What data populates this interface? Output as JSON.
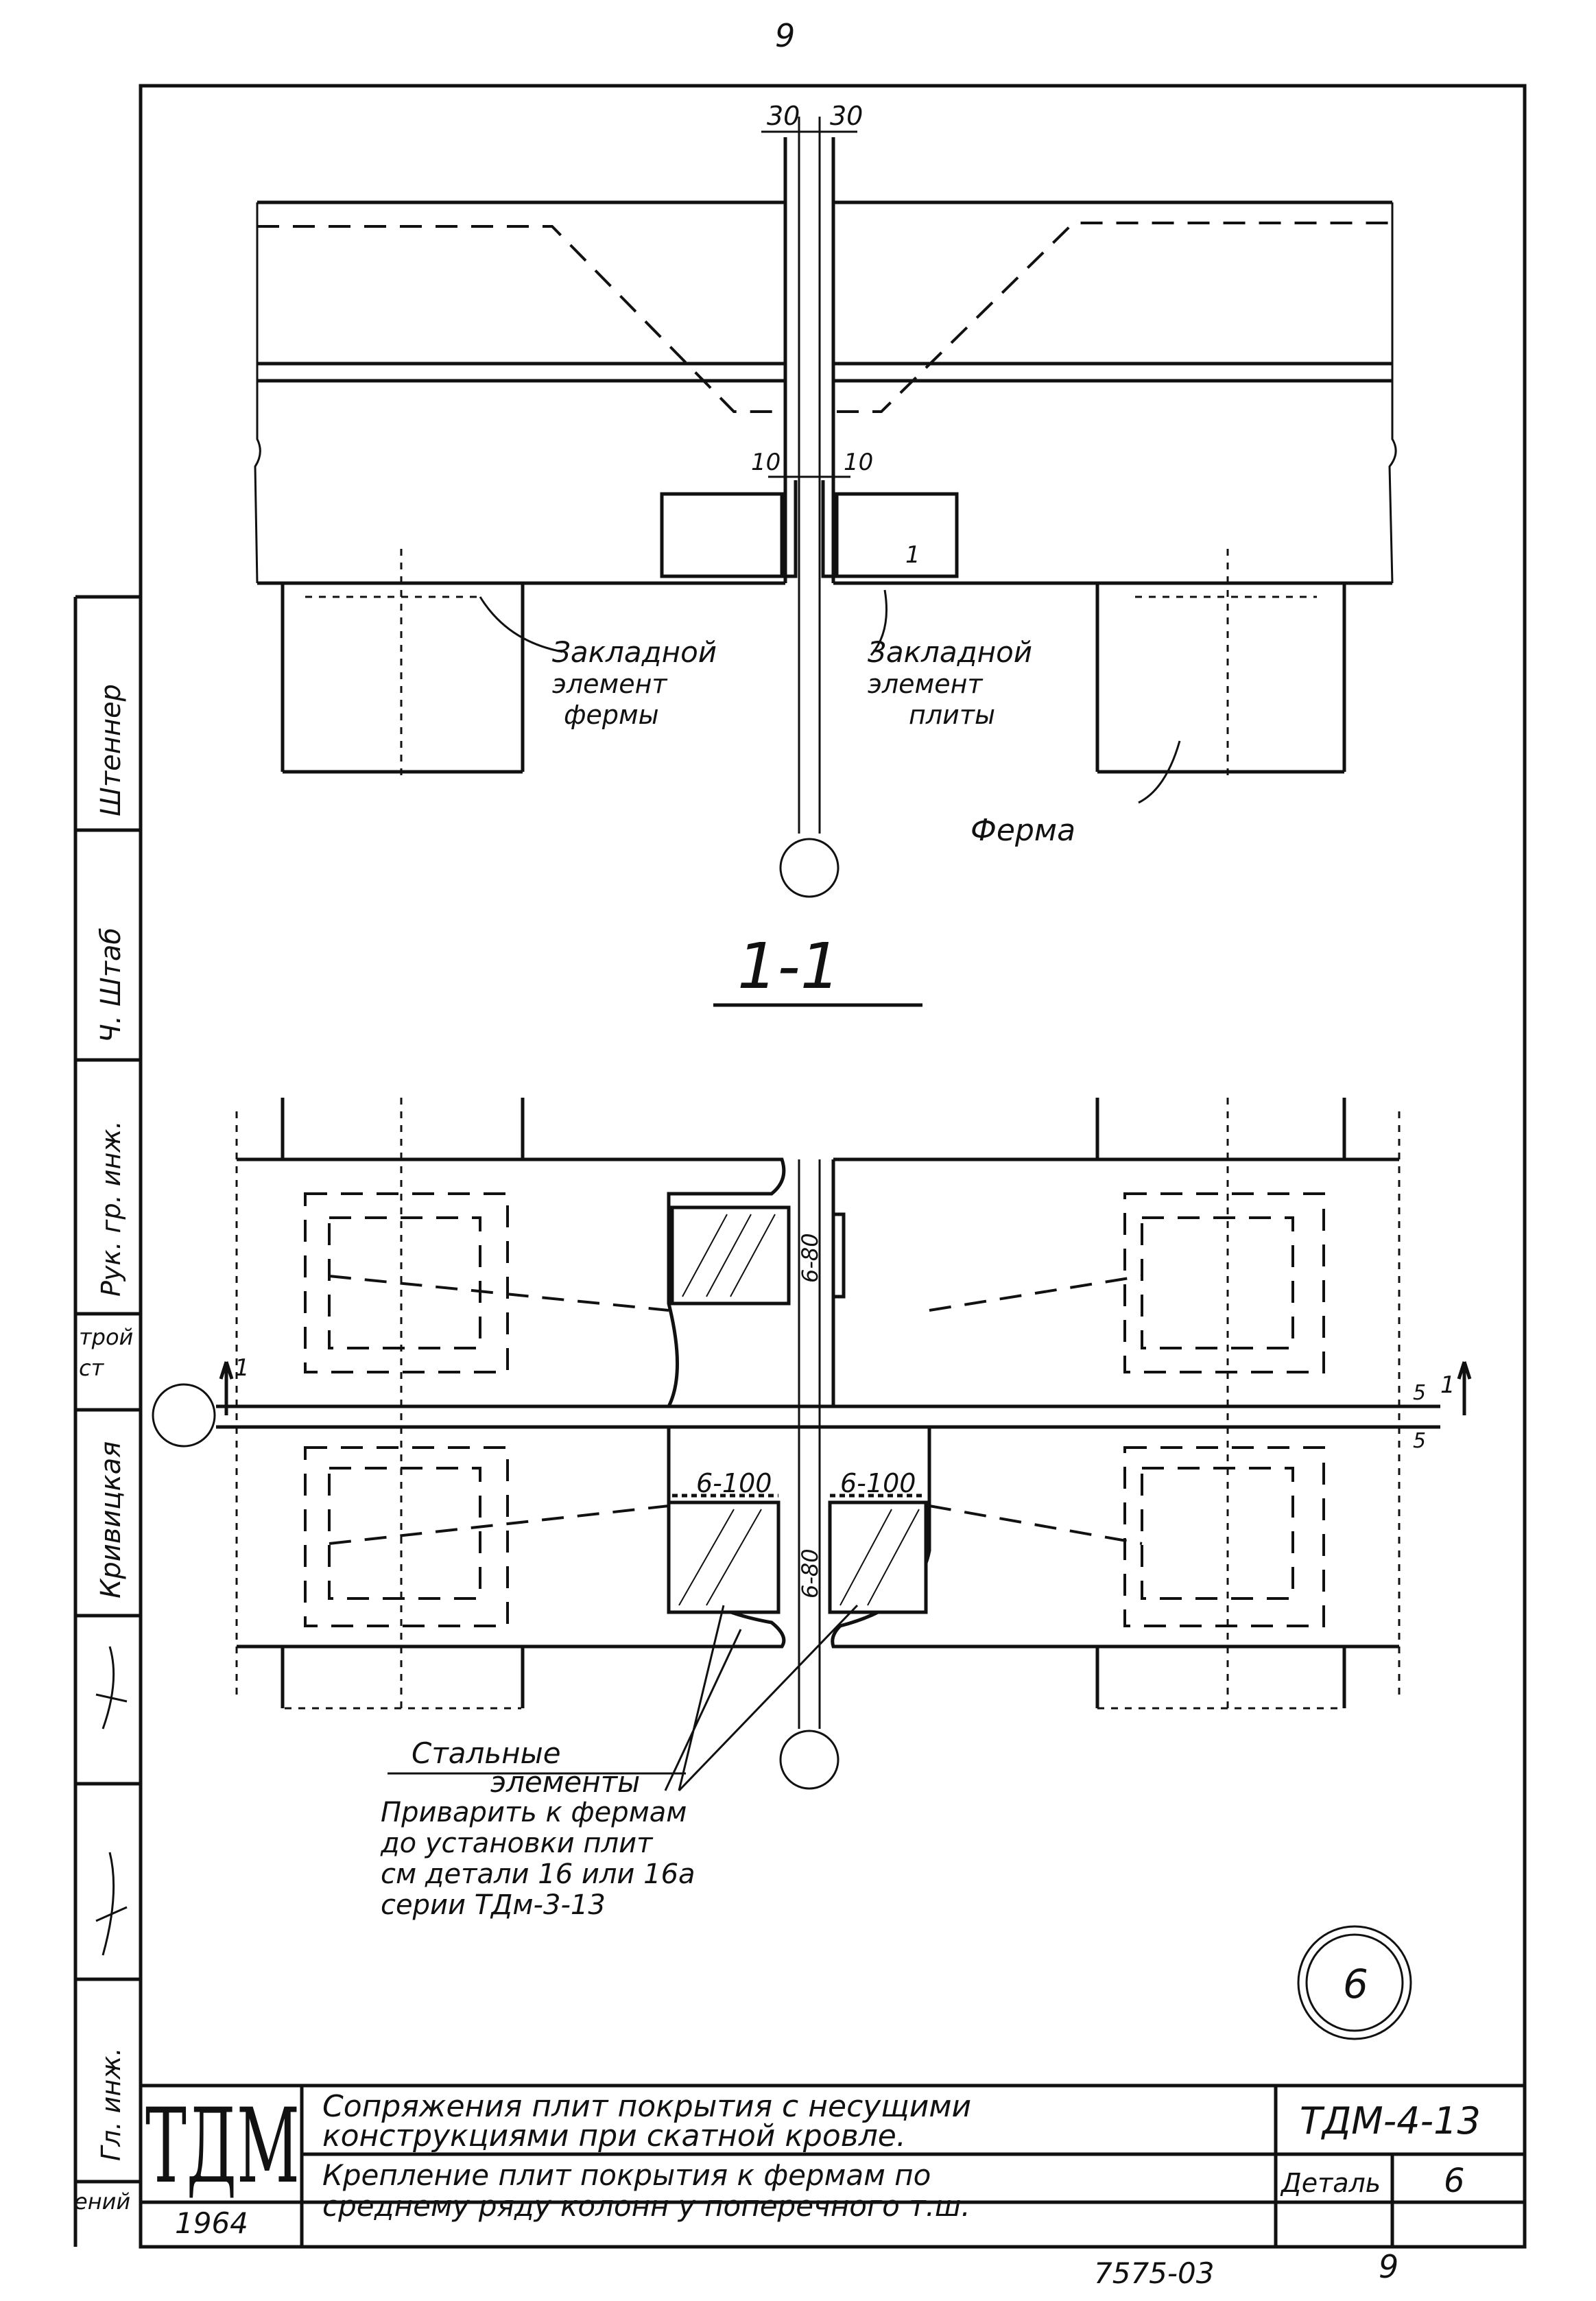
{
  "page_number": "9",
  "dims": {
    "gap_left": "30",
    "gap_right": "30",
    "edge_left": "10",
    "edge_right": "10"
  },
  "labels": {
    "truss_embed": [
      "Закладной",
      "элемент",
      "фермы"
    ],
    "slab_embed": [
      "Закладной",
      "элемент",
      "плиты"
    ],
    "truss": "Ферма",
    "callout_one": "1"
  },
  "section": {
    "title": "1-1",
    "mark_left": "1",
    "mark_right": "1",
    "dim_top": "5",
    "dim_bottom": "5"
  },
  "welds": {
    "w1": "6-100",
    "w2": "6-100",
    "v1": "6-80",
    "v2": "6-80"
  },
  "note": {
    "title": [
      "Стальные",
      "элементы"
    ],
    "lines": [
      "Приварить к фермам",
      "до установки плит",
      "см детали 16 или 16а",
      "серии ТДм-3-13"
    ]
  },
  "detail_circle": "6",
  "side_stamp": [
    "Штеннер",
    "Ч. Штаб",
    "Рук. гр. инж.",
    "трой",
    "ст",
    "Кривицкая",
    "",
    "Гл. инж.",
    "",
    "ений"
  ],
  "title_block": {
    "logo": "ТДМ",
    "year": "1964",
    "title_line1": "Сопряжения плит покрытия с несущими",
    "title_line2": "конструкциями при скатной кровле.",
    "code": "ТДМ-4-13",
    "sub_line1": "Крепление плит покрытия к фермам по",
    "sub_line2": "среднему ряду колонн у поперечного т.ш.",
    "detail_label": "Деталь",
    "detail_num": "6",
    "sheet": "9",
    "archive": "7575-03"
  }
}
